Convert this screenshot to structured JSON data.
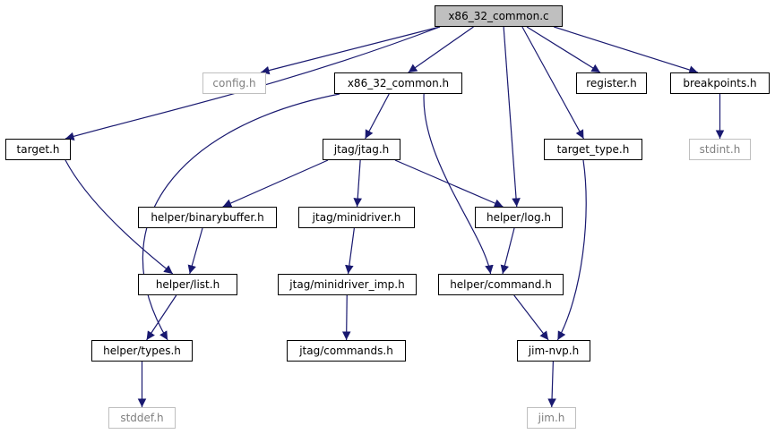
{
  "nodes": [
    {
      "id": "x86_32_common_c",
      "label": "x86_32_common.c",
      "style": "root"
    },
    {
      "id": "config_h",
      "label": "config.h",
      "style": "gray"
    },
    {
      "id": "x86_32_common_h",
      "label": "x86_32_common.h",
      "style": "normal"
    },
    {
      "id": "register_h",
      "label": "register.h",
      "style": "normal"
    },
    {
      "id": "breakpoints_h",
      "label": "breakpoints.h",
      "style": "normal"
    },
    {
      "id": "target_h",
      "label": "target.h",
      "style": "normal"
    },
    {
      "id": "jtag_jtag_h",
      "label": "jtag/jtag.h",
      "style": "normal"
    },
    {
      "id": "target_type_h",
      "label": "target_type.h",
      "style": "normal"
    },
    {
      "id": "stdint_h",
      "label": "stdint.h",
      "style": "gray"
    },
    {
      "id": "helper_binarybuffer_h",
      "label": "helper/binarybuffer.h",
      "style": "normal"
    },
    {
      "id": "jtag_minidriver_h",
      "label": "jtag/minidriver.h",
      "style": "normal"
    },
    {
      "id": "helper_log_h",
      "label": "helper/log.h",
      "style": "normal"
    },
    {
      "id": "helper_list_h",
      "label": "helper/list.h",
      "style": "normal"
    },
    {
      "id": "jtag_minidriver_imp_h",
      "label": "jtag/minidriver_imp.h",
      "style": "normal"
    },
    {
      "id": "helper_command_h",
      "label": "helper/command.h",
      "style": "normal"
    },
    {
      "id": "helper_types_h",
      "label": "helper/types.h",
      "style": "normal"
    },
    {
      "id": "jtag_commands_h",
      "label": "jtag/commands.h",
      "style": "normal"
    },
    {
      "id": "jim_nvp_h",
      "label": "jim-nvp.h",
      "style": "normal"
    },
    {
      "id": "stddef_h",
      "label": "stddef.h",
      "style": "gray"
    },
    {
      "id": "jim_h",
      "label": "jim.h",
      "style": "gray"
    }
  ],
  "edges": [
    [
      "x86_32_common_c",
      "config_h"
    ],
    [
      "x86_32_common_c",
      "x86_32_common_h"
    ],
    [
      "x86_32_common_c",
      "register_h"
    ],
    [
      "x86_32_common_c",
      "breakpoints_h"
    ],
    [
      "x86_32_common_c",
      "target_h"
    ],
    [
      "x86_32_common_c",
      "target_type_h"
    ],
    [
      "x86_32_common_c",
      "helper_log_h"
    ],
    [
      "x86_32_common_h",
      "jtag_jtag_h"
    ],
    [
      "x86_32_common_h",
      "helper_types_h"
    ],
    [
      "x86_32_common_h",
      "helper_command_h"
    ],
    [
      "breakpoints_h",
      "stdint_h"
    ],
    [
      "target_h",
      "helper_list_h"
    ],
    [
      "jtag_jtag_h",
      "helper_binarybuffer_h"
    ],
    [
      "jtag_jtag_h",
      "jtag_minidriver_h"
    ],
    [
      "jtag_jtag_h",
      "helper_log_h"
    ],
    [
      "target_type_h",
      "jim_nvp_h"
    ],
    [
      "helper_binarybuffer_h",
      "helper_list_h"
    ],
    [
      "jtag_minidriver_h",
      "jtag_minidriver_imp_h"
    ],
    [
      "helper_log_h",
      "helper_command_h"
    ],
    [
      "helper_list_h",
      "helper_types_h"
    ],
    [
      "jtag_minidriver_imp_h",
      "jtag_commands_h"
    ],
    [
      "helper_command_h",
      "jim_nvp_h"
    ],
    [
      "helper_types_h",
      "stddef_h"
    ],
    [
      "jim_nvp_h",
      "jim_h"
    ]
  ],
  "colors": {
    "edge": "#191970",
    "border": "#000000",
    "gray_border": "#bfbfbf",
    "gray_text": "#7f7f7f",
    "root_fill": "#bfbfbf"
  }
}
